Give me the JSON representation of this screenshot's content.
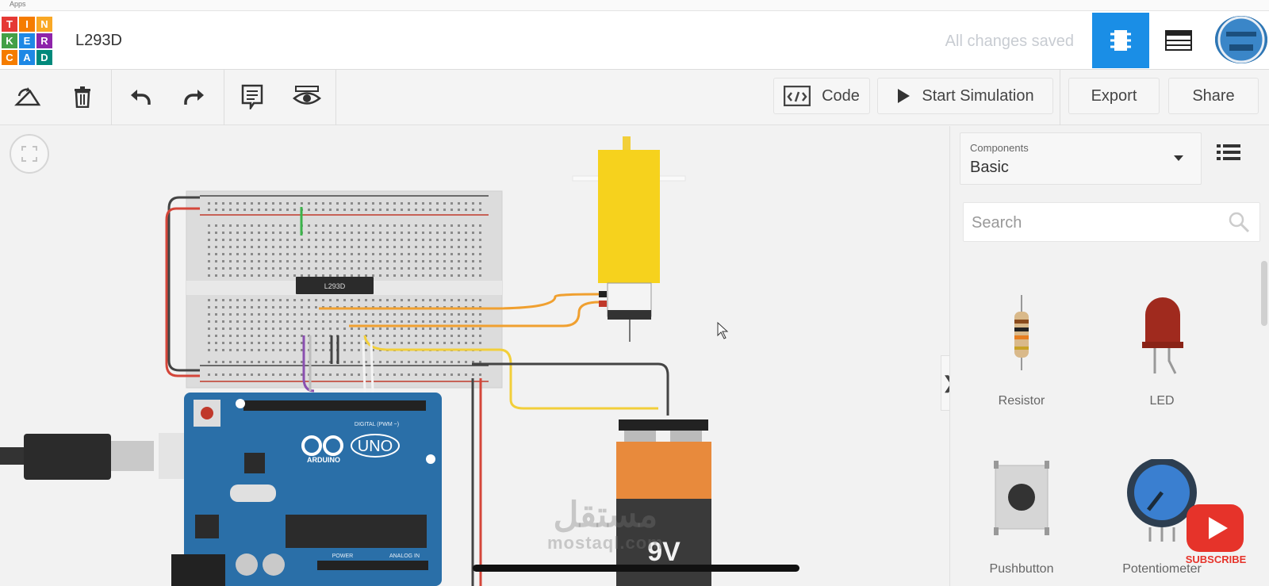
{
  "bookmarks": {
    "apps_label": "Apps"
  },
  "header": {
    "logo_letters": [
      "T",
      "I",
      "N",
      "K",
      "E",
      "R",
      "C",
      "A",
      "D"
    ],
    "logo_colors": [
      "#e53935",
      "#f57c00",
      "#f9a825",
      "#43a047",
      "#1e88e5",
      "#8e24aa",
      "#f57c00",
      "#1e88e5",
      "#00897b"
    ],
    "project_title": "L293D",
    "save_status": "All changes saved",
    "views": {
      "active": "circuit-view",
      "accent": "#1a8ee6"
    }
  },
  "toolbar": {
    "tools": [
      "rotate-icon",
      "trash-icon",
      "undo-icon",
      "redo-icon",
      "notes-icon",
      "visibility-icon"
    ],
    "code_label": "Code",
    "simulate_label": "Start Simulation",
    "export_label": "Export",
    "share_label": "Share"
  },
  "panel": {
    "components_label": "Components",
    "components_value": "Basic",
    "search_placeholder": "Search",
    "components": [
      {
        "label": "Resistor",
        "icon": "resistor-icon"
      },
      {
        "label": "LED",
        "icon": "led-icon"
      },
      {
        "label": "Pushbutton",
        "icon": "pushbutton-icon"
      },
      {
        "label": "Potentiometer",
        "icon": "potentiometer-icon"
      }
    ]
  },
  "circuit": {
    "ic_label": "L293D",
    "board_brand": "ARDUINO",
    "board_model": "UNO",
    "board_digital_label": "DIGITAL (PWM ~)",
    "board_power_label": "POWER",
    "board_analog_label": "ANALOG IN",
    "battery_label": "9V"
  },
  "overlay": {
    "watermark_ar": "مستقل",
    "watermark_en": "mostaql.com",
    "subscribe_label": "SUBSCRIBE"
  }
}
